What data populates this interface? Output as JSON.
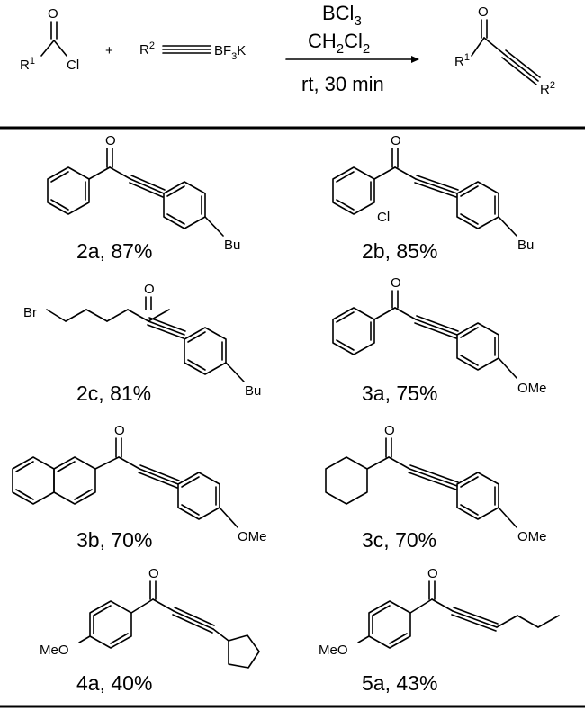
{
  "scheme": {
    "reactant1": {
      "carbonyl_O": "O",
      "r_group": "R",
      "r_index": "1",
      "leaving_group": "Cl"
    },
    "plus": "+",
    "reactant2": {
      "r_group": "R",
      "r_index": "2",
      "boron_group": "BF",
      "boron_index": "3",
      "counterion": "K"
    },
    "reagent": {
      "main": "BCl",
      "main_index": "3"
    },
    "solvent": {
      "p1": "CH",
      "i1": "2",
      "p2": "Cl",
      "i2": "2"
    },
    "conditions": "rt, 30 min",
    "product": {
      "carbonyl_O": "O",
      "r1": "R",
      "r1_index": "1",
      "r2": "R",
      "r2_index": "2"
    }
  },
  "products": [
    {
      "label": "2a, 87%",
      "atoms": [
        "O",
        "Bu"
      ]
    },
    {
      "label": "2b, 85%",
      "atoms": [
        "O",
        "Cl",
        "Bu"
      ]
    },
    {
      "label": "2c, 81%",
      "atoms": [
        "Br",
        "O",
        "Bu"
      ]
    },
    {
      "label": "3a, 75%",
      "atoms": [
        "O",
        "OMe"
      ]
    },
    {
      "label": "3b, 70%",
      "atoms": [
        "O",
        "OMe"
      ]
    },
    {
      "label": "3c, 70%",
      "atoms": [
        "O",
        "OMe"
      ]
    },
    {
      "label": "4a, 40%",
      "atoms": [
        "O",
        "MeO"
      ]
    },
    {
      "label": "5a, 43%",
      "atoms": [
        "O",
        "MeO"
      ]
    }
  ]
}
